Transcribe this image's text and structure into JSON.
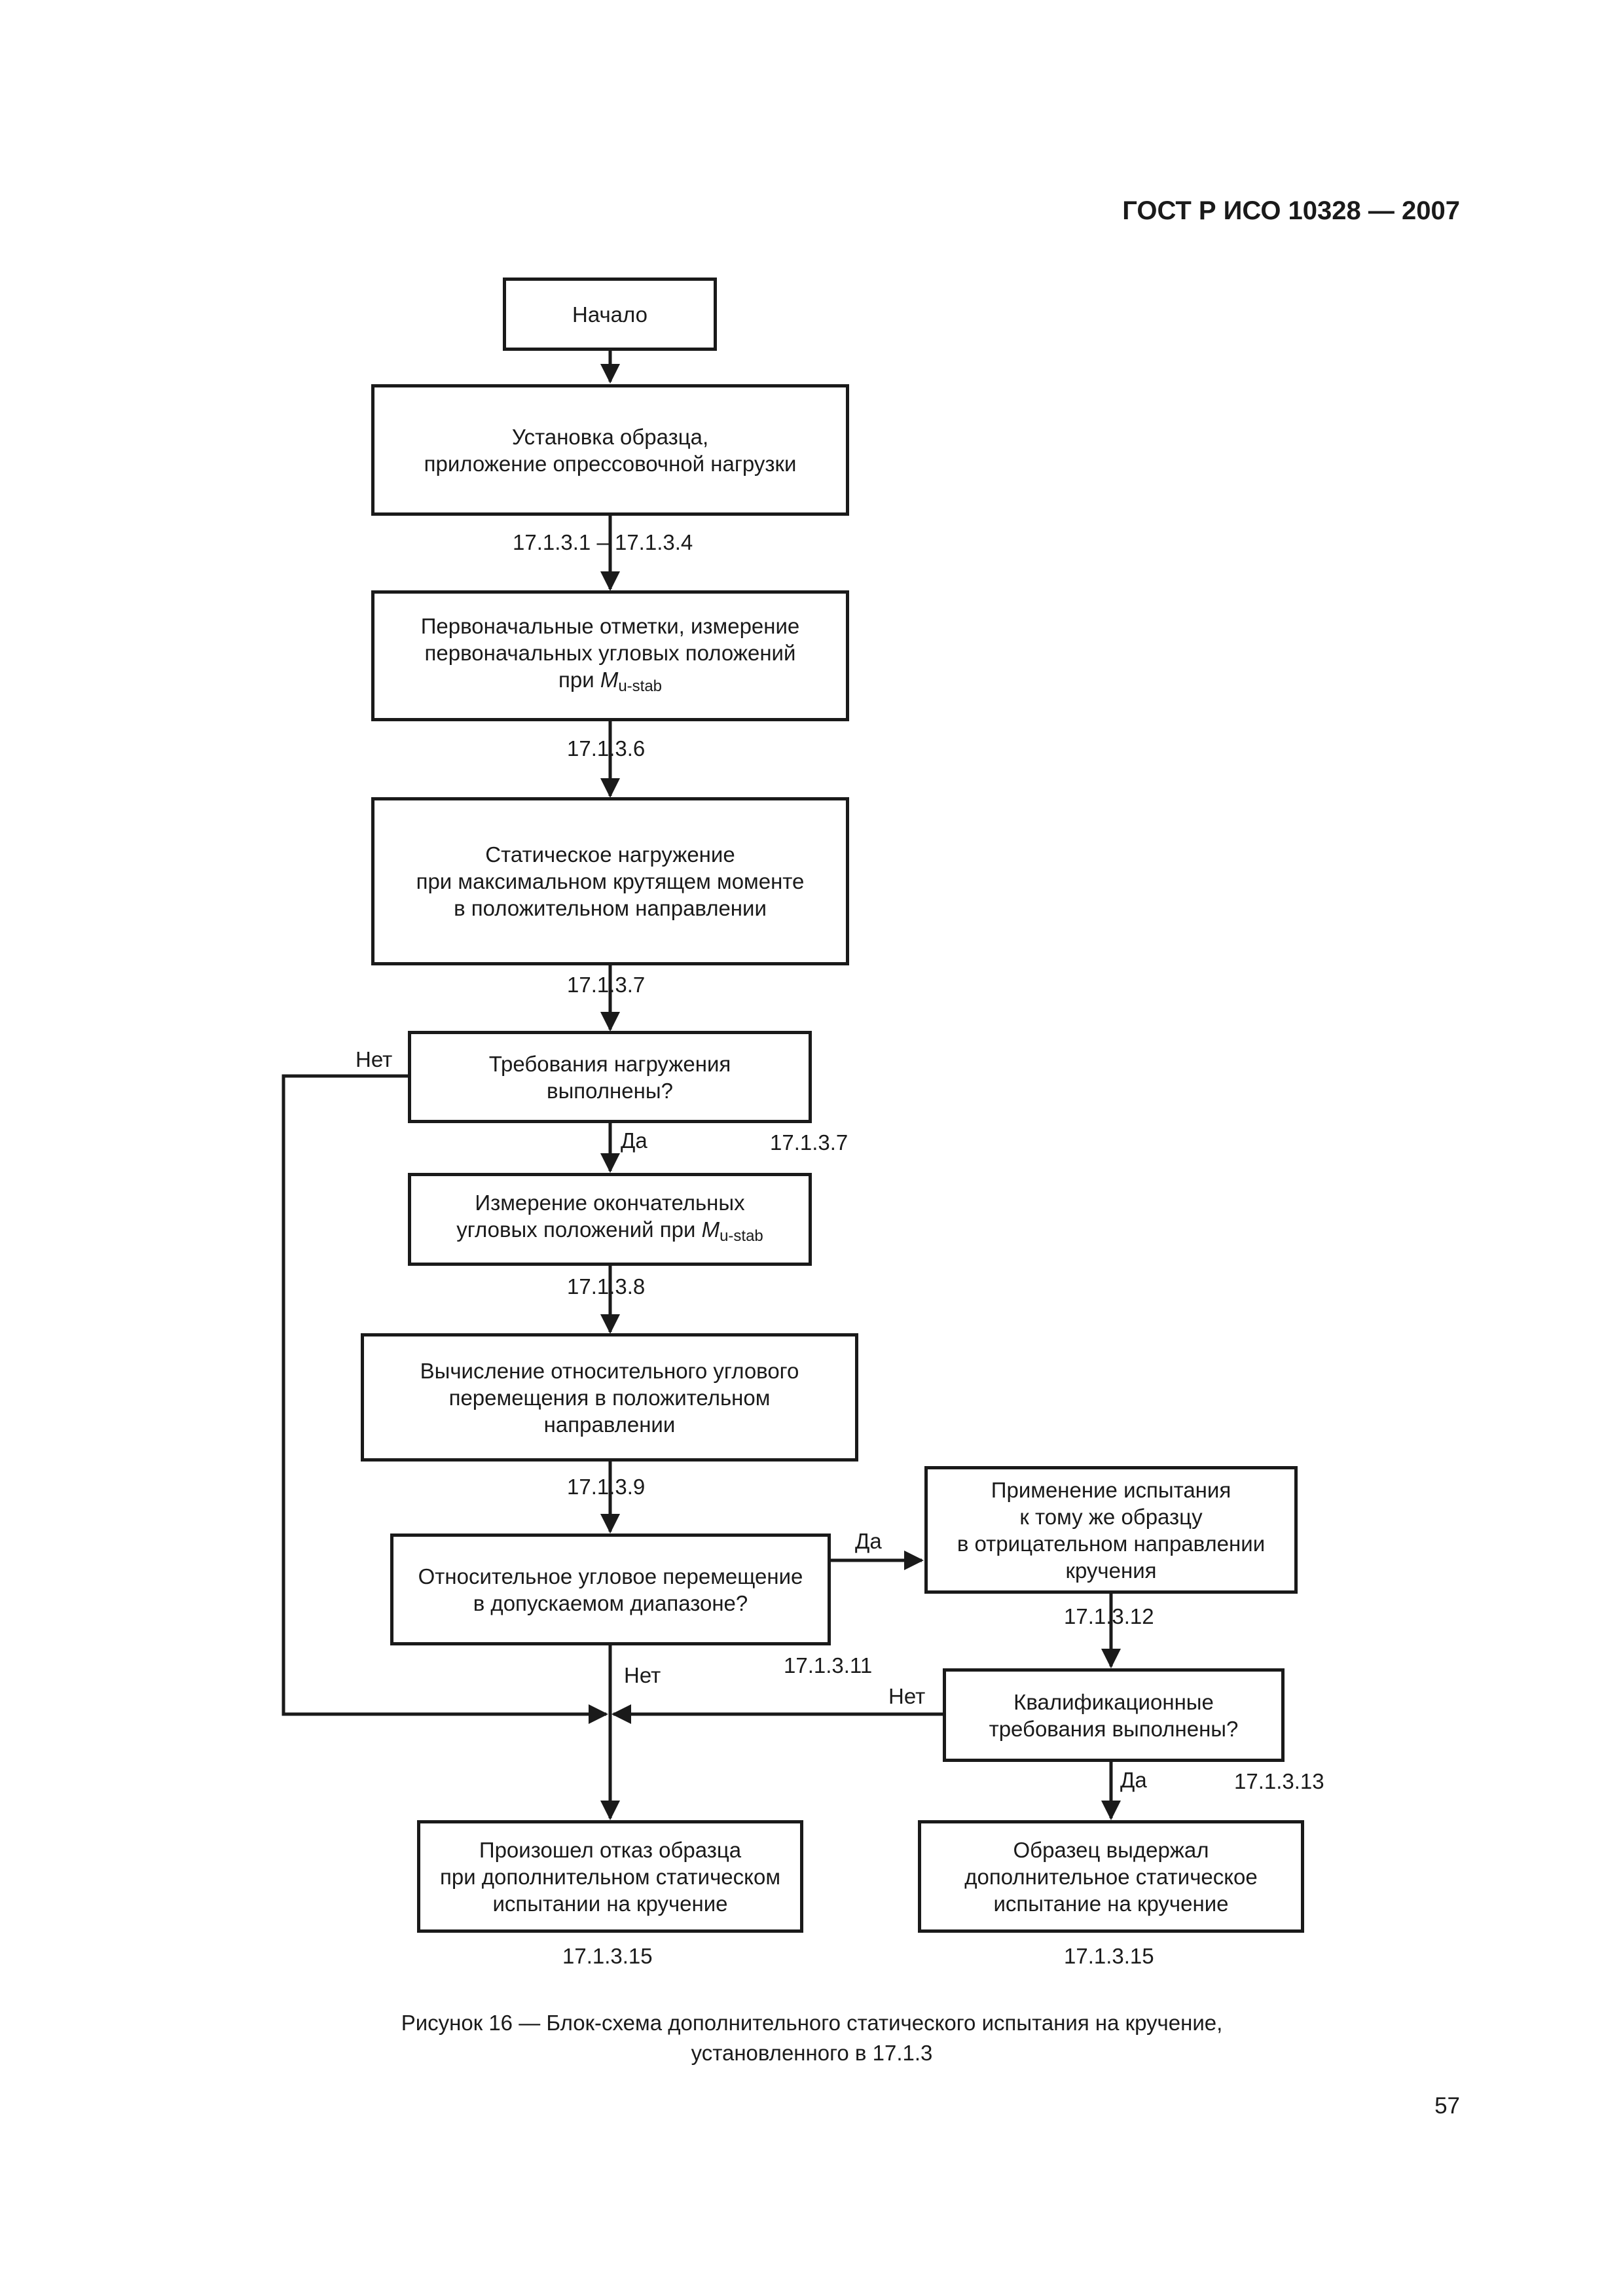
{
  "header": {
    "standard": "ГОСТ Р ИСО 10328 — 2007"
  },
  "boxes": {
    "start": "Начало",
    "install": [
      "Установка образца,",
      "приложение опрессовочной нагрузки"
    ],
    "initial_marks": [
      "Первоначальные отметки, измерение",
      "первоначальных угловых положений",
      "при "
    ],
    "static_loading": [
      "Статическое нагружение",
      "при максимальном крутящем моменте",
      "в положительном направлении"
    ],
    "load_requirements": [
      "Требования нагружения",
      "выполнены?"
    ],
    "final_measure": [
      "Измерение окончательных",
      "угловых положений при "
    ],
    "calc_displacement": [
      "Вычисление относительного углового",
      "перемещения в положительном",
      "направлении"
    ],
    "tolerance_check": [
      "Относительное угловое перемещение",
      "в допускаемом диапазоне?"
    ],
    "negative_test": [
      "Применение испытания",
      "к тому же образцу",
      "в отрицательном направлении",
      "кручения"
    ],
    "qualification": [
      "Квалификационные",
      "требования выполнены?"
    ],
    "failed": [
      "Произошел отказ образца",
      "при дополнительном статическом",
      "испытании на кручение"
    ],
    "passed": [
      "Образец выдержал",
      "дополнительное статическое",
      "испытание на кручение"
    ]
  },
  "symbol": {
    "letter": "M",
    "subscript": "u-stab"
  },
  "refs": {
    "r1": "17.1.3.1 – 17.1.3.4",
    "r2": "17.1.3.6",
    "r3": "17.1.3.7",
    "r4": "17.1.3.7",
    "r5": "17.1.3.8",
    "r6": "17.1.3.9",
    "r7": "17.1.3.12",
    "r8": "17.1.3.11",
    "r9": "17.1.3.13",
    "r10": "17.1.3.15",
    "r11": "17.1.3.15"
  },
  "branch_labels": {
    "yes": "Да",
    "no": "Нет"
  },
  "caption": [
    "Рисунок 16 — Блок-схема дополнительного статического испытания на кручение,",
    "установленного в 17.1.3"
  ],
  "page_number": "57"
}
